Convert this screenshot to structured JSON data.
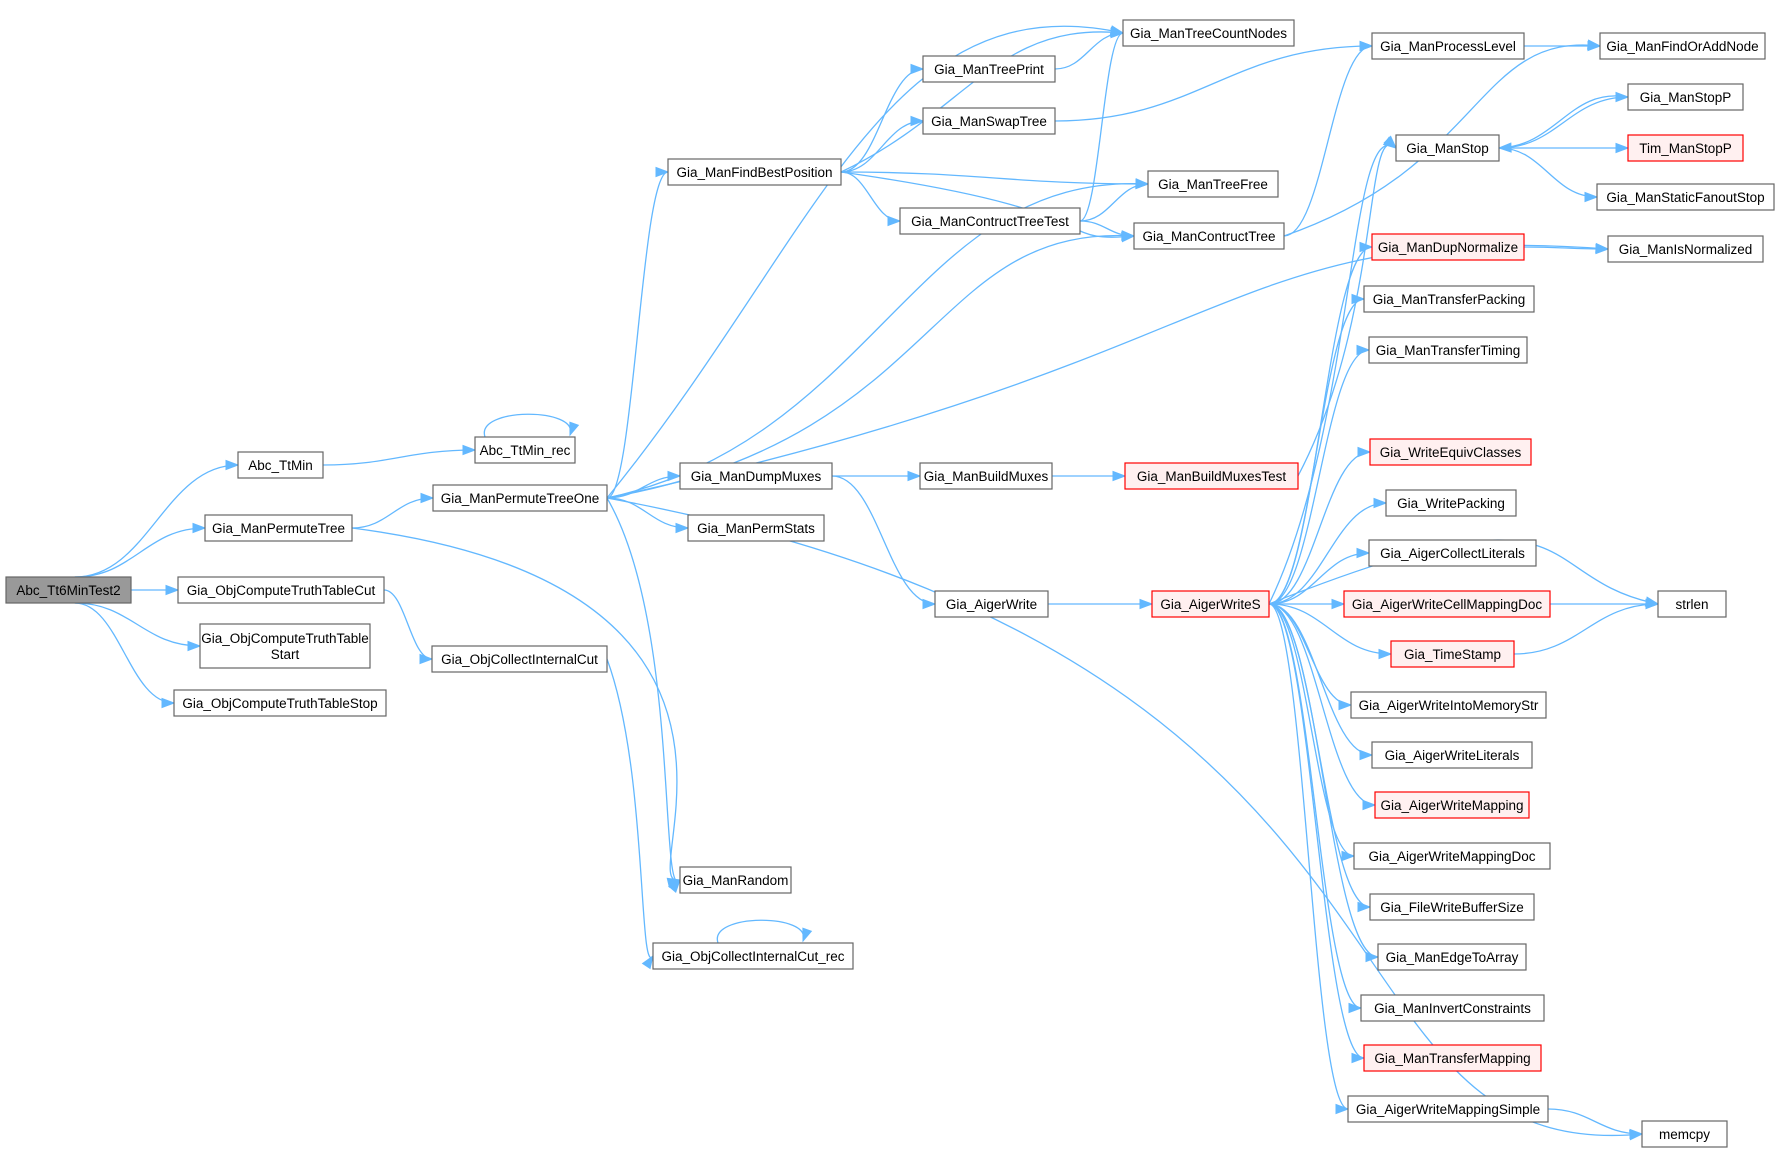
{
  "diagram": {
    "type": "call-graph",
    "colors": {
      "edge": "#63b8ff",
      "node_border": "#666666",
      "root_fill": "#999999",
      "truncated_border": "#ff0000",
      "truncated_fill": "#fff0f0"
    },
    "nodes": {
      "n1": {
        "label": "Abc_Tt6MinTest2",
        "kind": "root"
      },
      "n2": {
        "label": "Abc_TtMin",
        "kind": "normal"
      },
      "n3": {
        "label": "Abc_TtMin_rec",
        "kind": "normal"
      },
      "n4": {
        "label": "Gia_ManPermuteTree",
        "kind": "normal"
      },
      "n5": {
        "label": "Gia_ManPermuteTreeOne",
        "kind": "normal"
      },
      "n6": {
        "label": "Gia_ObjComputeTruthTableCut",
        "kind": "normal"
      },
      "n7": {
        "label": [
          "Gia_ObjComputeTruthTable",
          "Start"
        ],
        "kind": "normal"
      },
      "n8": {
        "label": "Gia_ObjComputeTruthTableStop",
        "kind": "normal"
      },
      "n9": {
        "label": "Gia_ObjCollectInternalCut",
        "kind": "normal"
      },
      "n10": {
        "label": "Gia_ManRandom",
        "kind": "normal"
      },
      "n11": {
        "label": "Gia_ObjCollectInternalCut_rec",
        "kind": "normal"
      },
      "n12": {
        "label": "Gia_ManFindBestPosition",
        "kind": "normal"
      },
      "n13": {
        "label": "Gia_ManDumpMuxes",
        "kind": "normal"
      },
      "n14": {
        "label": "Gia_ManPermStats",
        "kind": "normal"
      },
      "n15": {
        "label": "Gia_ManTreePrint",
        "kind": "normal"
      },
      "n16": {
        "label": "Gia_ManSwapTree",
        "kind": "normal"
      },
      "n17": {
        "label": "Gia_ManContructTreeTest",
        "kind": "normal"
      },
      "n18": {
        "label": "Gia_ManBuildMuxes",
        "kind": "normal"
      },
      "n19": {
        "label": "Gia_AigerWrite",
        "kind": "normal"
      },
      "n20": {
        "label": "Gia_ManTreeCountNodes",
        "kind": "normal"
      },
      "n21": {
        "label": "Gia_ManTreeFree",
        "kind": "normal"
      },
      "n22": {
        "label": "Gia_ManContructTree",
        "kind": "normal"
      },
      "n23": {
        "label": "Gia_ManBuildMuxesTest",
        "kind": "truncated"
      },
      "n24": {
        "label": "Gia_AigerWriteS",
        "kind": "truncated"
      },
      "n25": {
        "label": "Gia_ManProcessLevel",
        "kind": "normal"
      },
      "n26": {
        "label": "Gia_ManStop",
        "kind": "normal"
      },
      "n27": {
        "label": "Gia_ManDupNormalize",
        "kind": "truncated"
      },
      "n28": {
        "label": "Gia_ManTransferPacking",
        "kind": "normal"
      },
      "n29": {
        "label": "Gia_ManTransferTiming",
        "kind": "normal"
      },
      "n30": {
        "label": "Gia_WriteEquivClasses",
        "kind": "truncated"
      },
      "n31": {
        "label": "Gia_WritePacking",
        "kind": "normal"
      },
      "n32": {
        "label": "Gia_AigerCollectLiterals",
        "kind": "normal"
      },
      "n33": {
        "label": "Gia_AigerWriteCellMappingDoc",
        "kind": "truncated"
      },
      "n34": {
        "label": "Gia_TimeStamp",
        "kind": "truncated"
      },
      "n35": {
        "label": "Gia_AigerWriteIntoMemoryStr",
        "kind": "normal"
      },
      "n36": {
        "label": "Gia_AigerWriteLiterals",
        "kind": "normal"
      },
      "n37": {
        "label": "Gia_AigerWriteMapping",
        "kind": "truncated"
      },
      "n38": {
        "label": "Gia_AigerWriteMappingDoc",
        "kind": "normal"
      },
      "n39": {
        "label": "Gia_FileWriteBufferSize",
        "kind": "normal"
      },
      "n40": {
        "label": "Gia_ManEdgeToArray",
        "kind": "normal"
      },
      "n41": {
        "label": "Gia_ManInvertConstraints",
        "kind": "normal"
      },
      "n42": {
        "label": "Gia_ManTransferMapping",
        "kind": "truncated"
      },
      "n43": {
        "label": "Gia_AigerWriteMappingSimple",
        "kind": "normal"
      },
      "n44": {
        "label": "Gia_ManFindOrAddNode",
        "kind": "normal"
      },
      "n45": {
        "label": "Gia_ManStopP",
        "kind": "normal"
      },
      "n46": {
        "label": "Tim_ManStopP",
        "kind": "truncated"
      },
      "n47": {
        "label": "Gia_ManStaticFanoutStop",
        "kind": "normal"
      },
      "n48": {
        "label": "Gia_ManIsNormalized",
        "kind": "normal"
      },
      "n49": {
        "label": "strlen",
        "kind": "normal"
      },
      "n50": {
        "label": "memcpy",
        "kind": "normal"
      }
    },
    "edges": [
      [
        "n1",
        "n2"
      ],
      [
        "n1",
        "n4"
      ],
      [
        "n1",
        "n6"
      ],
      [
        "n1",
        "n7"
      ],
      [
        "n1",
        "n8"
      ],
      [
        "n2",
        "n3"
      ],
      [
        "n3",
        "n3"
      ],
      [
        "n4",
        "n5"
      ],
      [
        "n4",
        "n10"
      ],
      [
        "n5",
        "n12"
      ],
      [
        "n5",
        "n13"
      ],
      [
        "n5",
        "n14"
      ],
      [
        "n5",
        "n20"
      ],
      [
        "n5",
        "n21"
      ],
      [
        "n5",
        "n22"
      ],
      [
        "n5",
        "n48"
      ],
      [
        "n5",
        "n10"
      ],
      [
        "n5",
        "n50"
      ],
      [
        "n6",
        "n9"
      ],
      [
        "n9",
        "n11"
      ],
      [
        "n11",
        "n11"
      ],
      [
        "n12",
        "n15"
      ],
      [
        "n12",
        "n16"
      ],
      [
        "n12",
        "n17"
      ],
      [
        "n12",
        "n20"
      ],
      [
        "n12",
        "n21"
      ],
      [
        "n12",
        "n22"
      ],
      [
        "n13",
        "n18"
      ],
      [
        "n13",
        "n19"
      ],
      [
        "n15",
        "n20"
      ],
      [
        "n16",
        "n25"
      ],
      [
        "n17",
        "n20"
      ],
      [
        "n17",
        "n21"
      ],
      [
        "n17",
        "n22"
      ],
      [
        "n18",
        "n23"
      ],
      [
        "n19",
        "n24"
      ],
      [
        "n22",
        "n25"
      ],
      [
        "n22",
        "n44"
      ],
      [
        "n23",
        "n26"
      ],
      [
        "n24",
        "n26"
      ],
      [
        "n24",
        "n27"
      ],
      [
        "n24",
        "n28"
      ],
      [
        "n24",
        "n29"
      ],
      [
        "n24",
        "n30"
      ],
      [
        "n24",
        "n31"
      ],
      [
        "n24",
        "n32"
      ],
      [
        "n24",
        "n33"
      ],
      [
        "n24",
        "n34"
      ],
      [
        "n24",
        "n35"
      ],
      [
        "n24",
        "n36"
      ],
      [
        "n24",
        "n37"
      ],
      [
        "n24",
        "n38"
      ],
      [
        "n24",
        "n39"
      ],
      [
        "n24",
        "n40"
      ],
      [
        "n24",
        "n41"
      ],
      [
        "n24",
        "n42"
      ],
      [
        "n24",
        "n43"
      ],
      [
        "n24",
        "n49"
      ],
      [
        "n25",
        "n44"
      ],
      [
        "n26",
        "n45"
      ],
      [
        "n26",
        "n46"
      ],
      [
        "n26",
        "n47"
      ],
      [
        "n45",
        "n26"
      ],
      [
        "n27",
        "n48"
      ],
      [
        "n33",
        "n49"
      ],
      [
        "n34",
        "n49"
      ],
      [
        "n43",
        "n50"
      ]
    ]
  }
}
